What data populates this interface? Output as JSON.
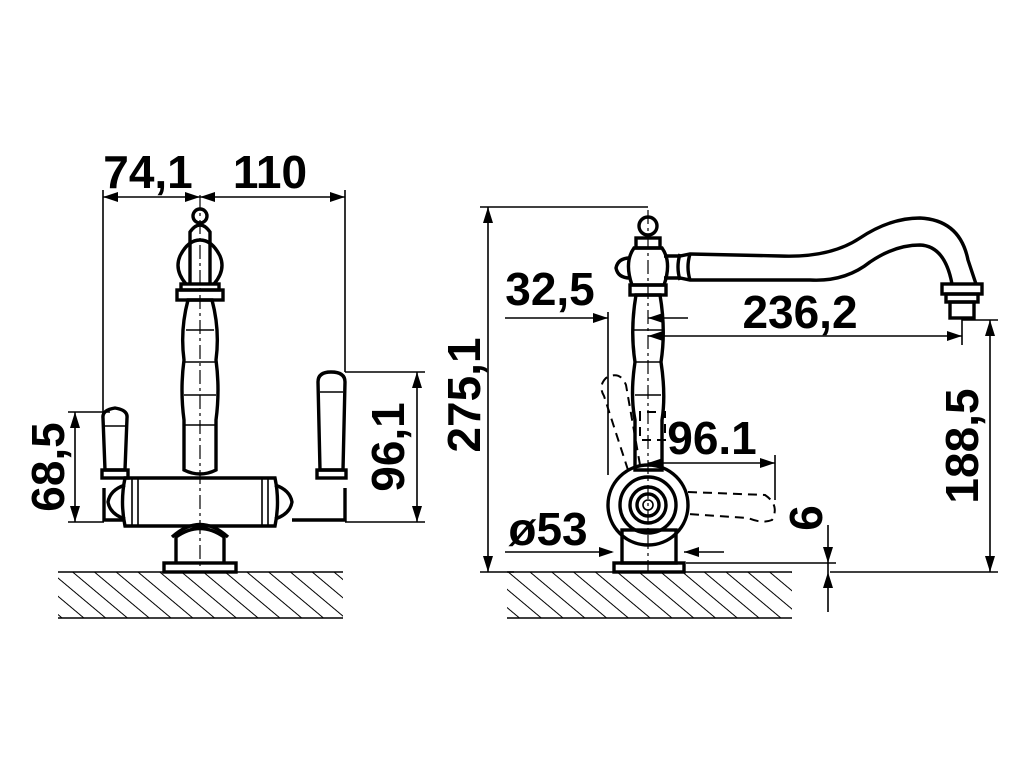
{
  "drawing": {
    "colors": {
      "line": "#000000",
      "background": "#ffffff"
    },
    "front_view": {
      "width_left": "74,1",
      "width_right": "110",
      "lever_height_left": "68,5",
      "lever_height_right": "96,1"
    },
    "side_view": {
      "total_height": "275,1",
      "spout_offset": "32,5",
      "spout_reach": "236,2",
      "spout_height": "188,5",
      "handle_reach": "96.1",
      "base_diameter": "ø53",
      "base_gap": "6"
    }
  }
}
